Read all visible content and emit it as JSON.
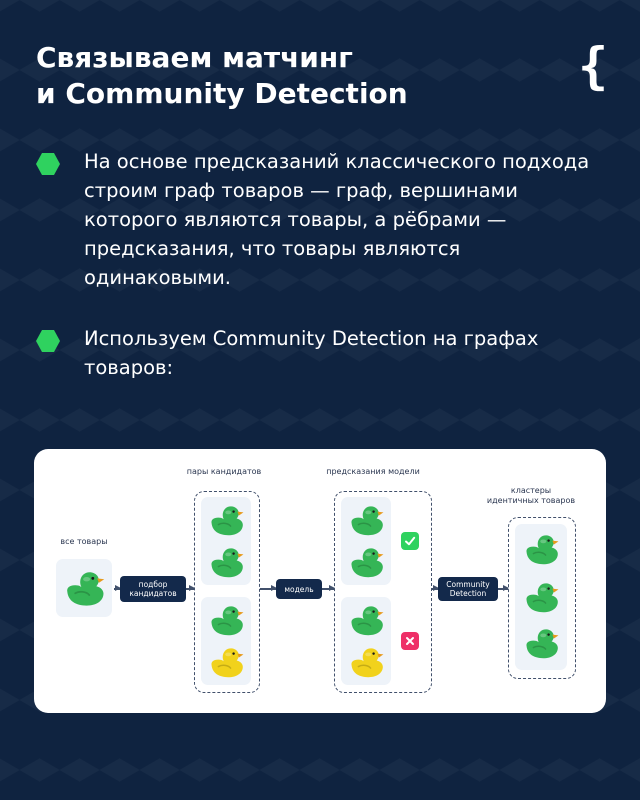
{
  "title_lines": [
    "Связываем матчинг",
    "и Community Detection"
  ],
  "brace": "{",
  "bullets": [
    "На основе предсказаний классического подхода строим граф товаров — граф, вершинами которого являются товары, а рёбрами — предсказания, что товары являются одинаковыми.",
    "Используем Community Detection на графах товаров:"
  ],
  "diagram": {
    "all_goods_label": "все товары",
    "candidate_pairs_label": "пары кандидатов",
    "model_predictions_label": "предсказания модели",
    "clusters_label": "кластеры\nидентичных товаров",
    "step_candidate_selection": "подбор\nкандидатов",
    "step_model": "модель",
    "step_community_detection": "Community\nDetection"
  },
  "colors": {
    "background": "#0f2340",
    "accent_green": "#2fd25f",
    "duck_green": "#35b556",
    "duck_yellow": "#f1d21c",
    "check_green": "#2fd25f",
    "cross_red": "#ee2f67",
    "pill": "#13294b"
  },
  "icons": [
    "hexagon-bullet-icon",
    "duck-icon",
    "check-icon",
    "cross-icon",
    "curly-brace-icon"
  ]
}
